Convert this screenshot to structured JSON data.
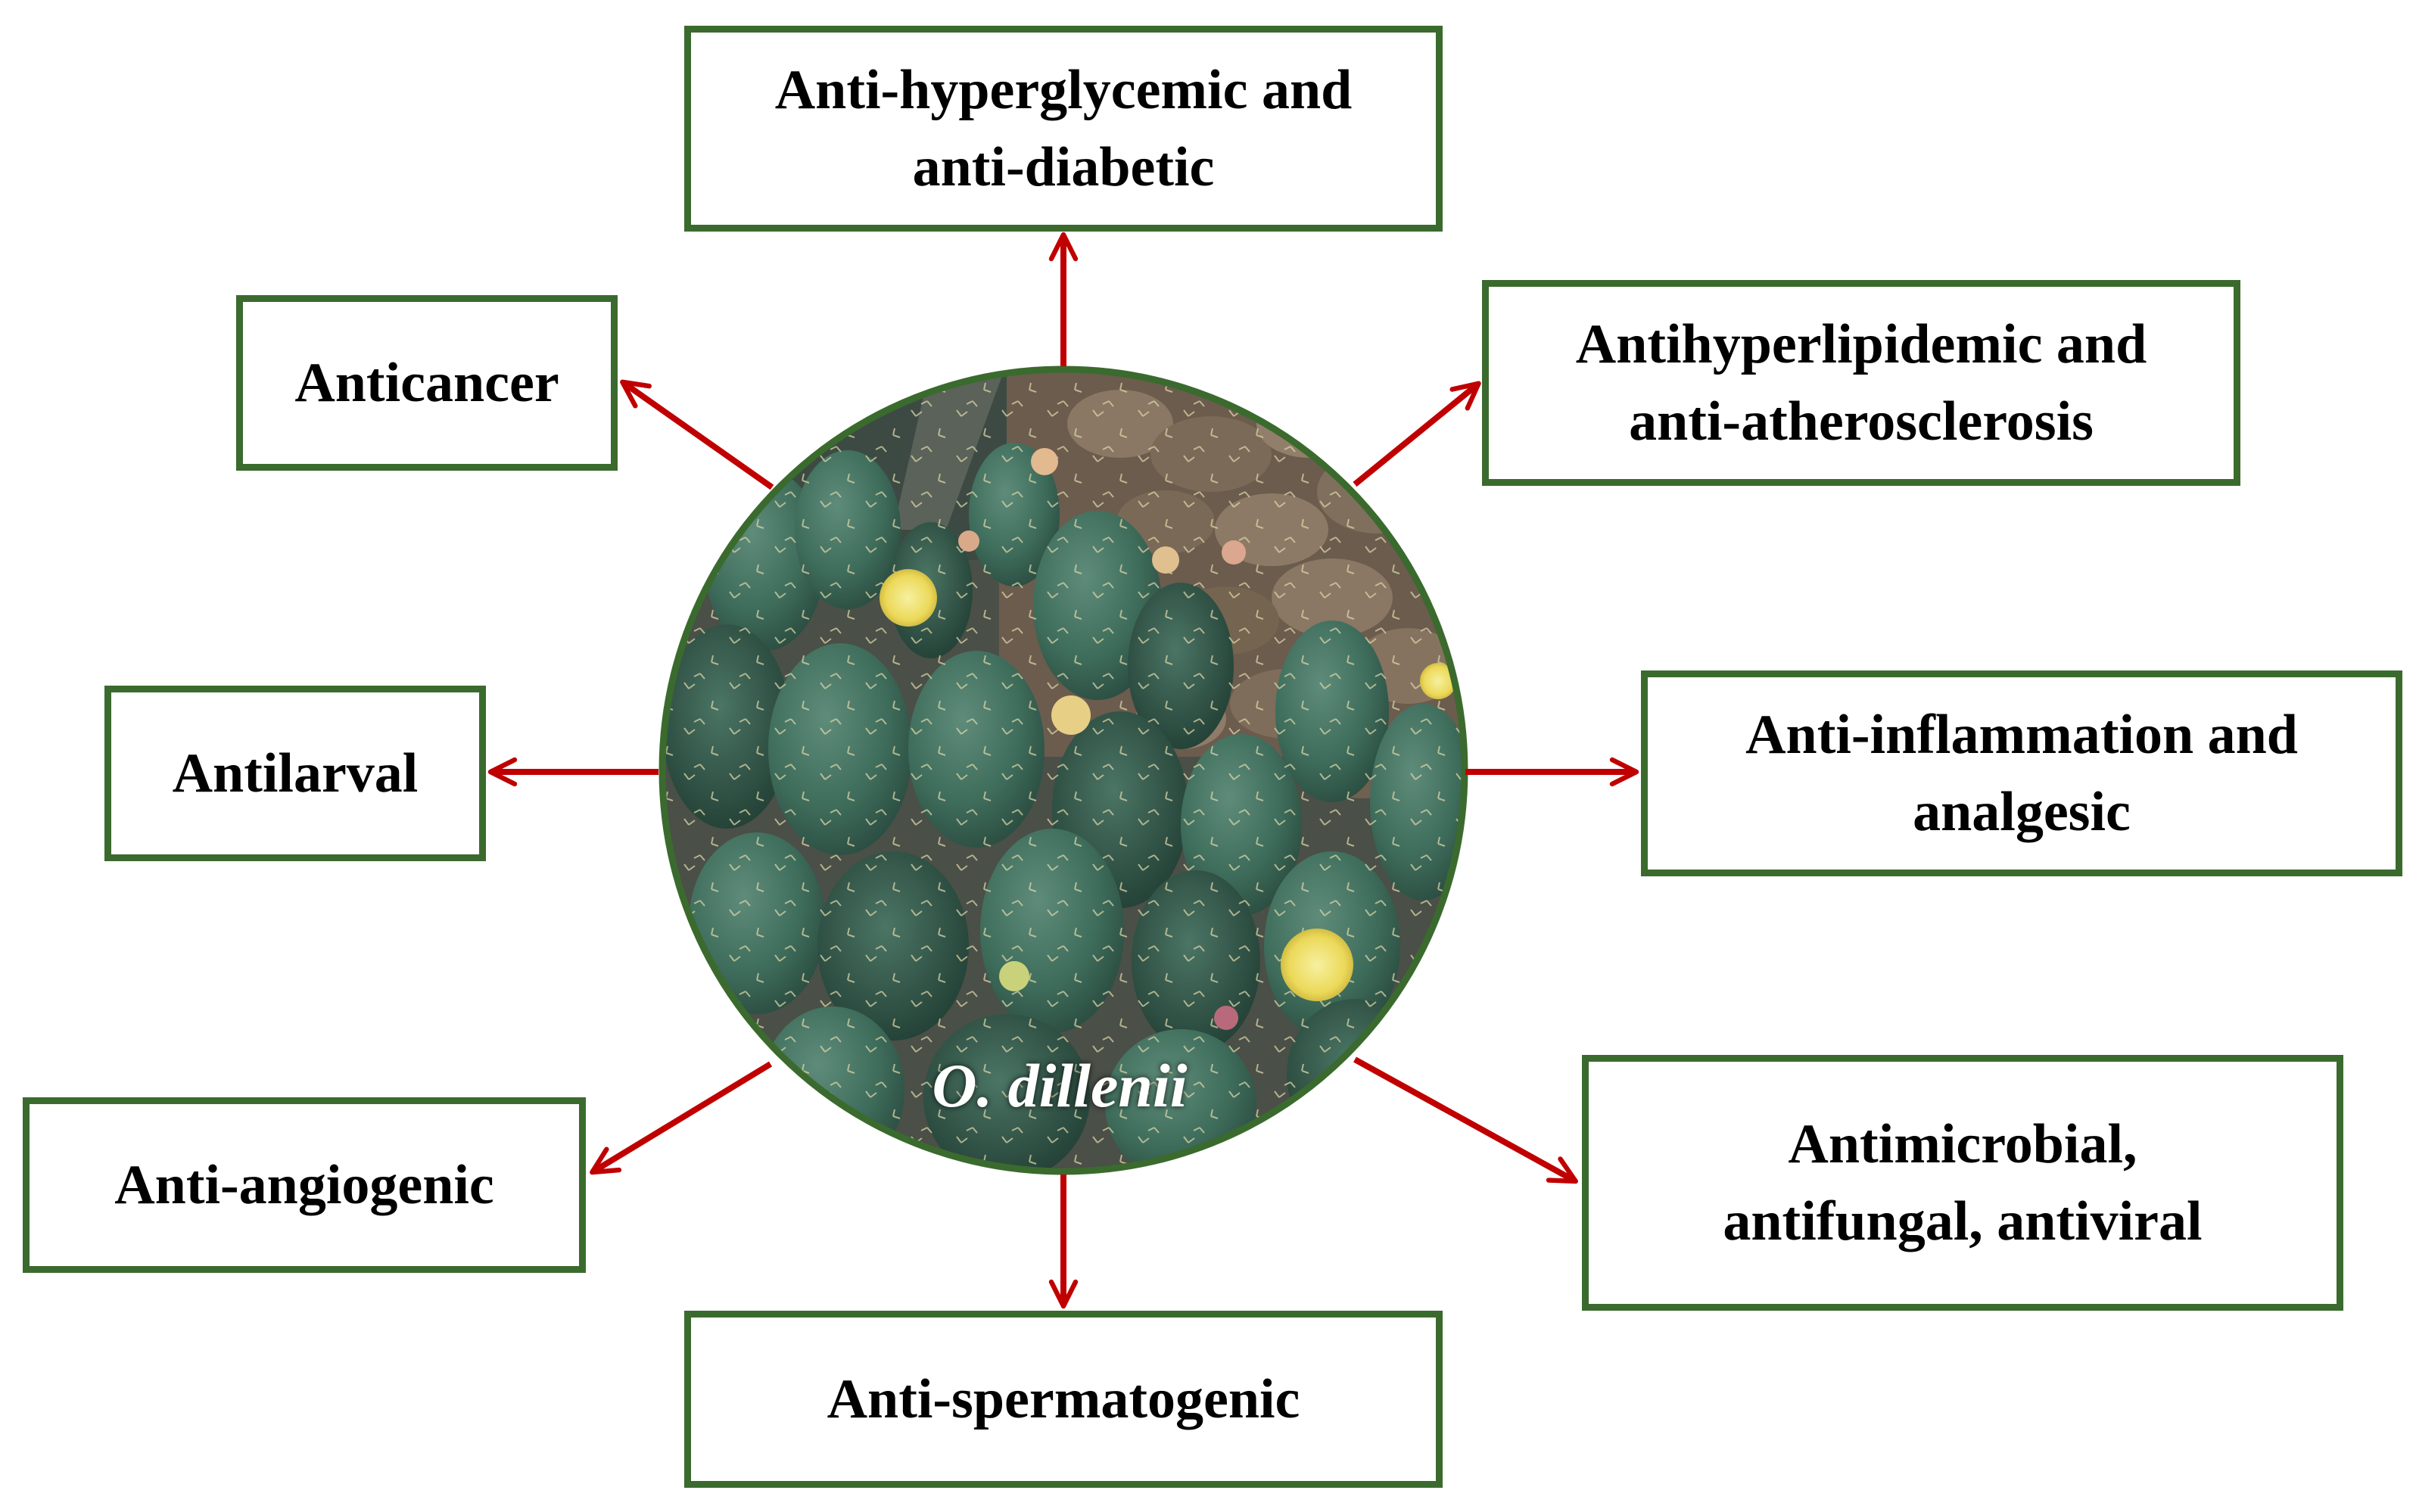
{
  "center": {
    "label": "O. dillenii",
    "photo_subject": "Opuntia cactus pads with yellow flowers in front of a stone wall",
    "ring_color": "#3b6a2e"
  },
  "colors": {
    "box_border": "#3b6a2e",
    "arrow": "#c00000"
  },
  "activities": [
    {
      "label": "Anti-hyperglycemic and\nanti-diabetic"
    },
    {
      "label": "Antihyperlipidemic and\nanti-atherosclerosis"
    },
    {
      "label": "Anti-inflammation and\nanalgesic"
    },
    {
      "label": "Antimicrobial,\nantifungal, antiviral"
    },
    {
      "label": "Anti-spermatogenic"
    },
    {
      "label": "Anti-angiogenic"
    },
    {
      "label": "Antilarval"
    },
    {
      "label": "Anticancer"
    }
  ]
}
